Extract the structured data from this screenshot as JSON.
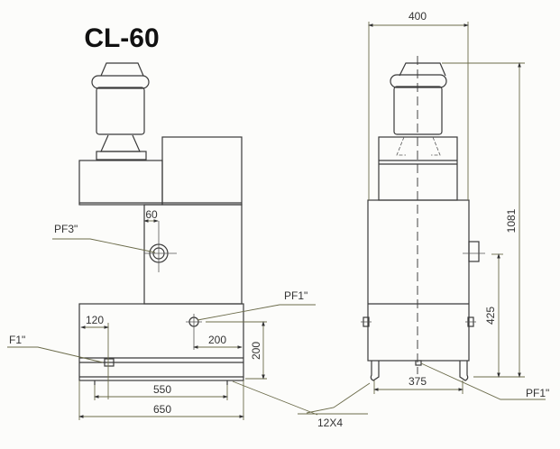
{
  "title": "CL-60",
  "front_view": {
    "labels": {
      "pf3": "PF3\"",
      "pf1": "PF1\"",
      "f1": "F1\"",
      "mount": "12X4"
    },
    "dimensions": {
      "d60": "60",
      "d120": "120",
      "d200_h": "200",
      "d200_v": "200",
      "d550": "550",
      "d650": "650"
    }
  },
  "side_view": {
    "labels": {
      "pf1": "PF1\""
    },
    "dimensions": {
      "d400": "400",
      "d1081": "1081",
      "d425": "425",
      "d375": "375"
    }
  }
}
